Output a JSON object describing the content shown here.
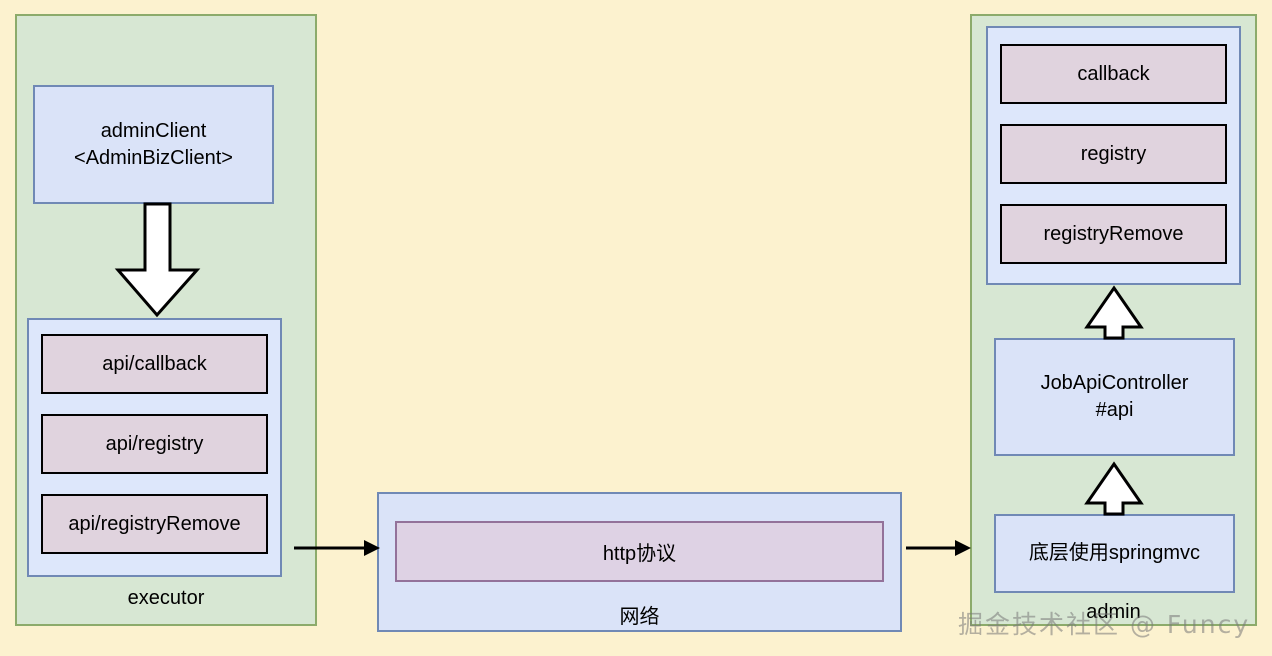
{
  "diagram": {
    "title": "xxl-job executor to admin http call flow",
    "background_color": "#fcf2cf",
    "group_color": "#d7e7d3",
    "group_border_color": "#8cab6b",
    "blue_color": "#dae3f8",
    "blue_border_color": "#7089b5",
    "pink_color": "#e0d3de",
    "pink_border_color": "#000000"
  },
  "executor_group": {
    "label": "executor",
    "client_box": {
      "line1": "adminClient",
      "line2": "<AdminBizClient>"
    },
    "api_items": [
      {
        "label": "api/callback"
      },
      {
        "label": "api/registry"
      },
      {
        "label": "api/registryRemove"
      }
    ]
  },
  "network_box": {
    "protocol_label": "http协议",
    "label": "网络"
  },
  "admin_group": {
    "label": "admin",
    "handler_items": [
      {
        "label": "callback"
      },
      {
        "label": "registry"
      },
      {
        "label": "registryRemove"
      }
    ],
    "controller_box": {
      "line1": "JobApiController",
      "line2": "#api"
    },
    "framework_box": {
      "label": "底层使用springmvc"
    }
  },
  "watermark": {
    "text": "掘金技术社区 @ Funcy"
  }
}
